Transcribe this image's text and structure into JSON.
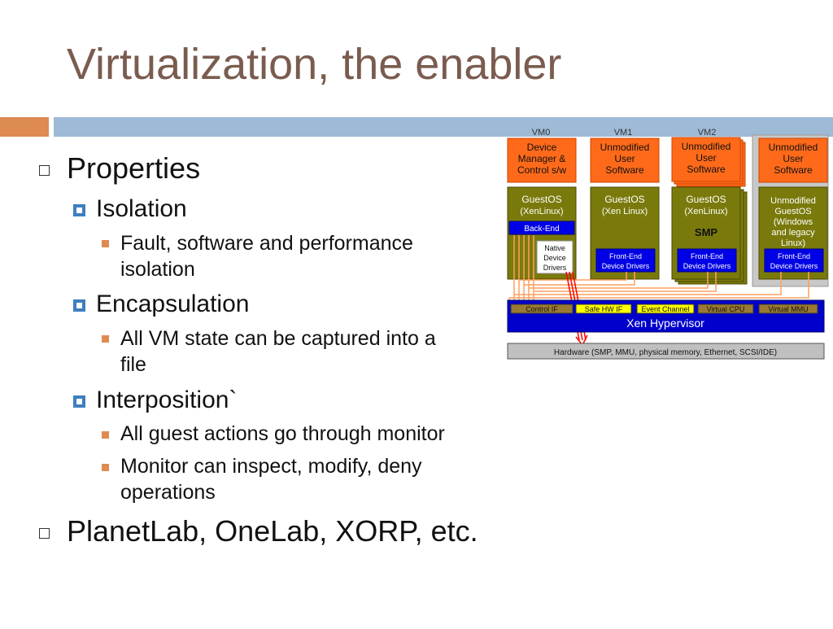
{
  "slide": {
    "title": "Virtualization, the enabler"
  },
  "bullets": {
    "properties": "Properties",
    "isolation": "Isolation",
    "isolation_detail_1": "Fault, software and performance",
    "isolation_detail_2": "isolation",
    "encapsulation": "Encapsulation",
    "encapsulation_detail_1": "All VM state can be captured into a",
    "encapsulation_detail_2": "file",
    "interposition": "Interposition`",
    "interposition_detail_a": "All guest actions go through monitor",
    "interposition_detail_b1": "Monitor can inspect, modify, deny",
    "interposition_detail_b2": "operations",
    "planetlab": "PlanetLab, OneLab, XORP, etc."
  },
  "diagram": {
    "vm0_label": "VM0",
    "vm1_label": "VM1",
    "vm2_label": "VM2",
    "vm0_app_1": "Device",
    "vm0_app_2": "Manager &",
    "vm0_app_3": "Control s/w",
    "app_1": "Unmodified",
    "app_2": "User",
    "app_3": "Software",
    "vm0_os_1": "GuestOS",
    "vm0_os_2": "(XenLinux)",
    "vm1_os_1": "GuestOS",
    "vm1_os_2": "(Xen Linux)",
    "vm2_os_1": "GuestOS",
    "vm2_os_2": "(XenLinux)",
    "smp": "SMP",
    "vm3_os_1": "Unmodified",
    "vm3_os_2": "GuestOS",
    "vm3_os_3": "(Windows",
    "vm3_os_4": "and legacy",
    "vm3_os_5": "Linux)",
    "backend": "Back-End",
    "native_1": "Native",
    "native_2": "Device",
    "native_3": "Drivers",
    "frontend_1": "Front-End",
    "frontend_2": "Device Drivers",
    "control_if": "Control IF",
    "safe_hw_if": "Safe HW IF",
    "event_channel": "Event Channel",
    "virtual_cpu": "Virtual CPU",
    "virtual_mmu": "Virtual MMU",
    "hypervisor": "Xen Hypervisor",
    "hardware": "Hardware (SMP, MMU, physical memory, Ethernet, SCSI/IDE)",
    "colors": {
      "orange": "#ff6a1a",
      "olive": "#7a7a0c",
      "blue": "#0000e6",
      "hypervisor_blue": "#0000cc",
      "brown": "#9a7a33",
      "yellow": "#ffff00",
      "gray": "#c0c0c0",
      "arrow_orange": "#ffa060",
      "arrow_red": "#ff0000"
    }
  }
}
